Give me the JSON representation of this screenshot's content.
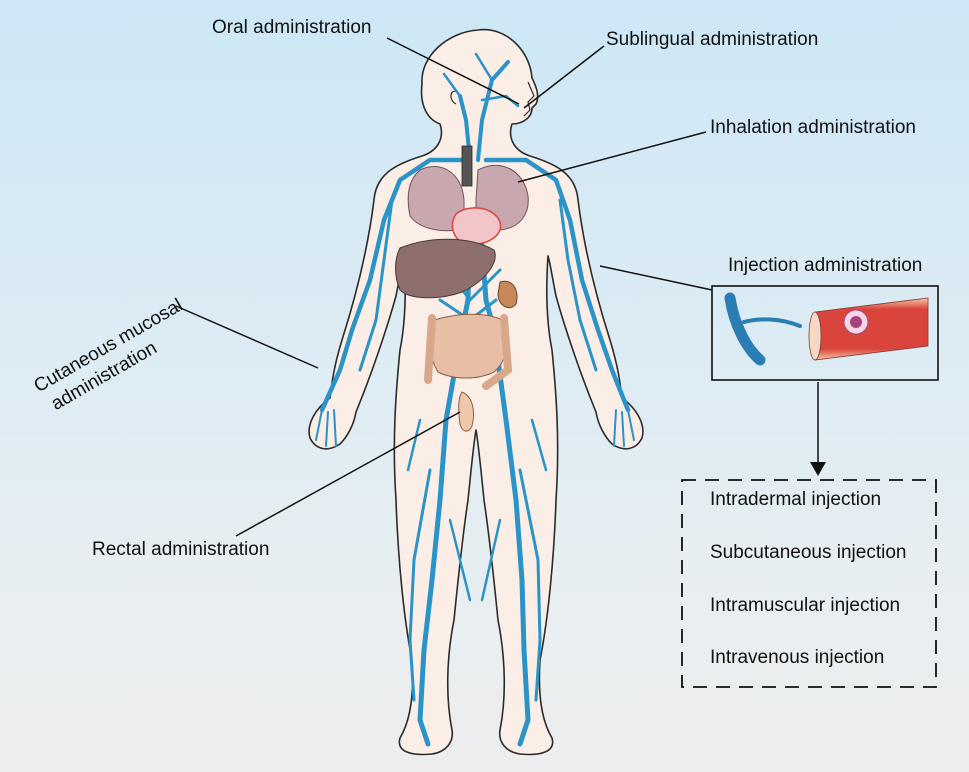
{
  "labels": {
    "oral": "Oral administration",
    "sublingual": "Sublingual administration",
    "inhalation": "Inhalation administration",
    "injection": "Injection administration",
    "cutaneous_line1": "Cutaneous mucosal",
    "cutaneous_line2": "administration",
    "rectal": "Rectal administration"
  },
  "injection_types": [
    "Intradermal injection",
    "Subcutaneous injection",
    "Intramuscular injection",
    "Intravenous injection"
  ],
  "colors": {
    "background_top": "#cfe8f6",
    "background_bottom": "#ececec",
    "vein": "#2a93c8",
    "body_fill": "#fbeee6",
    "body_outline": "#2b2b2b",
    "lung": "#c9a7ae",
    "liver": "#8e6f6e",
    "intestine": "#e8bfa6",
    "vessel_red": "#d9443c"
  },
  "icons": {
    "figure": "human-figure-icon",
    "vein_detail": "vein-closeup-icon",
    "vessel_detail": "blood-vessel-cell-icon"
  }
}
